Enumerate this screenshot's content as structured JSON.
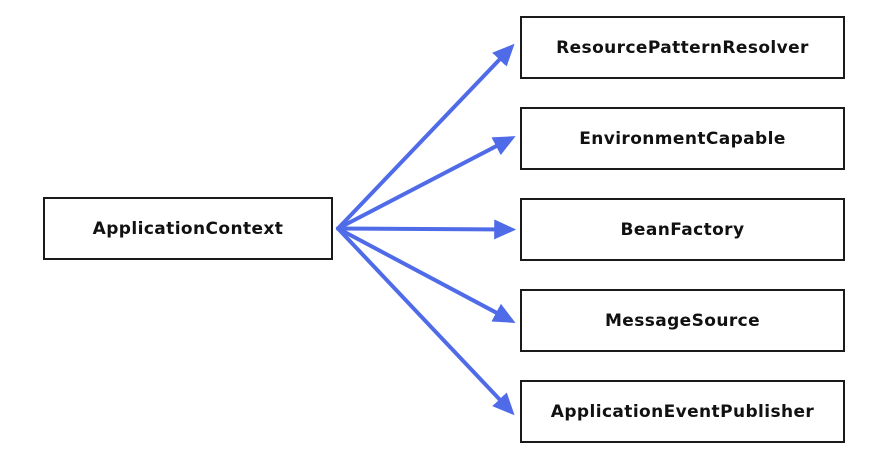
{
  "nodes": {
    "left": {
      "label": "ApplicationContext"
    },
    "right": [
      {
        "label": "ResourcePatternResolver"
      },
      {
        "label": "EnvironmentCapable"
      },
      {
        "label": "BeanFactory"
      },
      {
        "label": "MessageSource"
      },
      {
        "label": "ApplicationEventPublisher"
      }
    ]
  },
  "edges": [
    {
      "from": "left",
      "to": 0
    },
    {
      "from": "left",
      "to": 1
    },
    {
      "from": "left",
      "to": 2
    },
    {
      "from": "left",
      "to": 3
    },
    {
      "from": "left",
      "to": 4
    }
  ],
  "colors": {
    "background": "#ffffff",
    "box_border": "#1a1a1a",
    "box_fill": "#ffffff",
    "text": "#111111",
    "arrow": "#4f6be8"
  }
}
